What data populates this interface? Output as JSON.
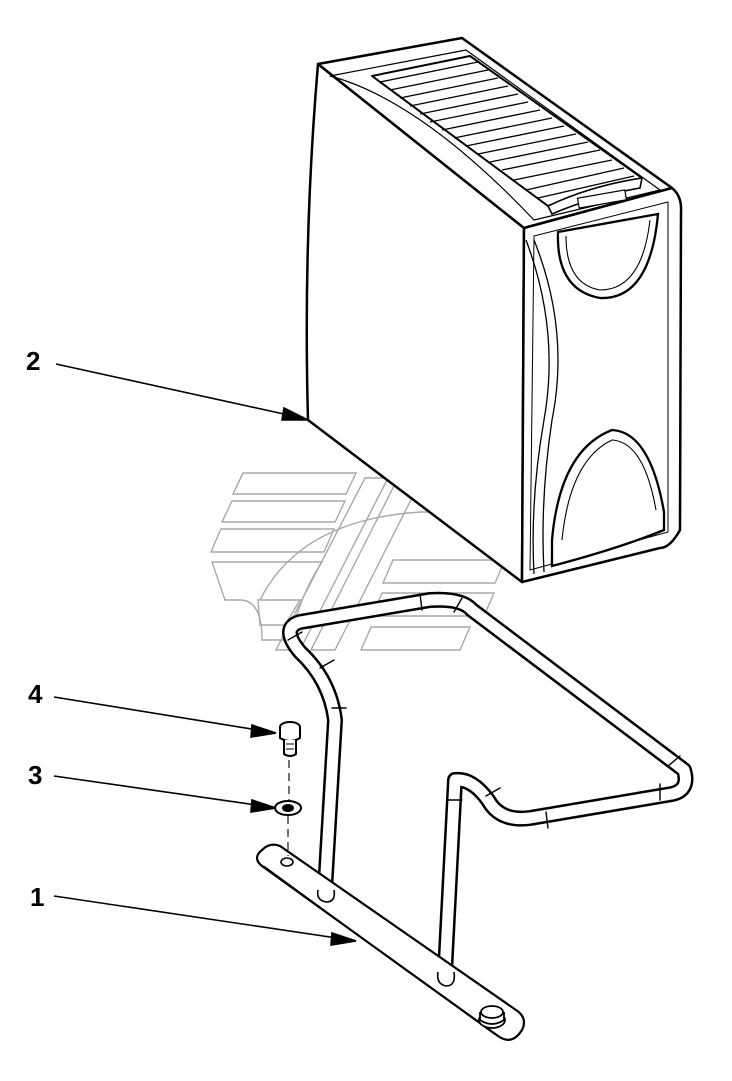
{
  "callouts": [
    {
      "id": "callout-1",
      "number": "1"
    },
    {
      "id": "callout-2",
      "number": "2"
    },
    {
      "id": "callout-3",
      "number": "3"
    },
    {
      "id": "callout-4",
      "number": "4"
    }
  ],
  "colors": {
    "ink": "#000000",
    "watermark": "#9a9a9a",
    "paper": "#ffffff"
  }
}
